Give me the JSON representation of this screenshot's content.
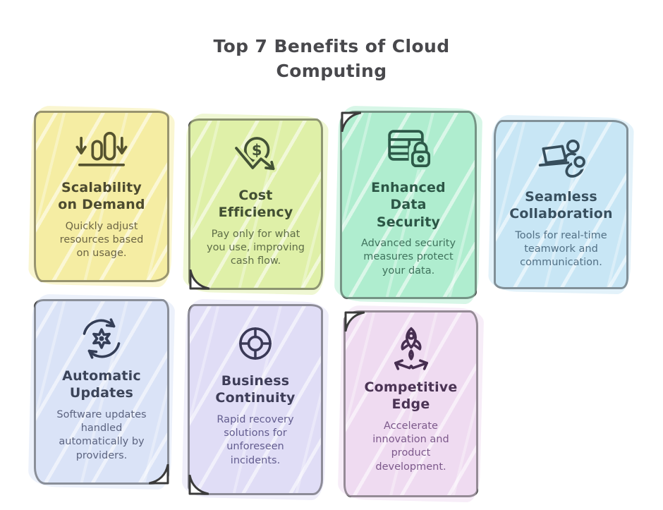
{
  "title": "Top 7 Benefits of Cloud\nComputing",
  "title_color": "#48484c",
  "outline_color": "#3b3b3b",
  "background_color": "#ffffff",
  "cards": [
    {
      "title": "Scalability\non Demand",
      "description": "Quickly adjust\nresources based\non usage.",
      "icon": "bar-chart-scale-icon",
      "colors": {
        "fill": "#f5eda3",
        "icon": "#55522e",
        "heading": "#4c4a2f",
        "body": "#6c6544"
      }
    },
    {
      "title": "Cost\nEfficiency",
      "description": "Pay only for what\nyou use, improving\ncash flow.",
      "icon": "dollar-decrease-icon",
      "colors": {
        "fill": "#dff0a8",
        "icon": "#435236",
        "heading": "#414f33",
        "body": "#5f6e48"
      }
    },
    {
      "title": "Enhanced\nData\nSecurity",
      "description": "Advanced security\nmeasures protect\nyour data.",
      "icon": "database-lock-icon",
      "colors": {
        "fill": "#afedcf",
        "icon": "#2d5a49",
        "heading": "#2c5646",
        "body": "#40735d"
      }
    },
    {
      "title": "Seamless\nCollaboration",
      "description": "Tools for real-time\nteamwork and\ncommunication.",
      "icon": "teamwork-icon",
      "colors": {
        "fill": "#c8e6f5",
        "icon": "#374e5c",
        "heading": "#39505f",
        "body": "#527085"
      }
    },
    {
      "title": "Automatic\nUpdates",
      "description": "Software updates\nhandled\nautomatically by\nproviders.",
      "icon": "gear-refresh-icon",
      "colors": {
        "fill": "#dae3f7",
        "icon": "#343e57",
        "heading": "#3b4459",
        "body": "#5c6480"
      }
    },
    {
      "title": "Business\nContinuity",
      "description": "Rapid recovery\nsolutions for\nunforeseen\nincidents.",
      "icon": "lifebuoy-icon",
      "colors": {
        "fill": "#e0ddf6",
        "icon": "#3a3956",
        "heading": "#3e3d58",
        "body": "#635d8f"
      }
    },
    {
      "title": "Competitive\nEdge",
      "description": "Accelerate\ninnovation and\nproduct\ndevelopment.",
      "icon": "rocket-launch-icon",
      "colors": {
        "fill": "#efdbf1",
        "icon": "#472f51",
        "heading": "#4a3354",
        "body": "#7c598b"
      }
    }
  ]
}
